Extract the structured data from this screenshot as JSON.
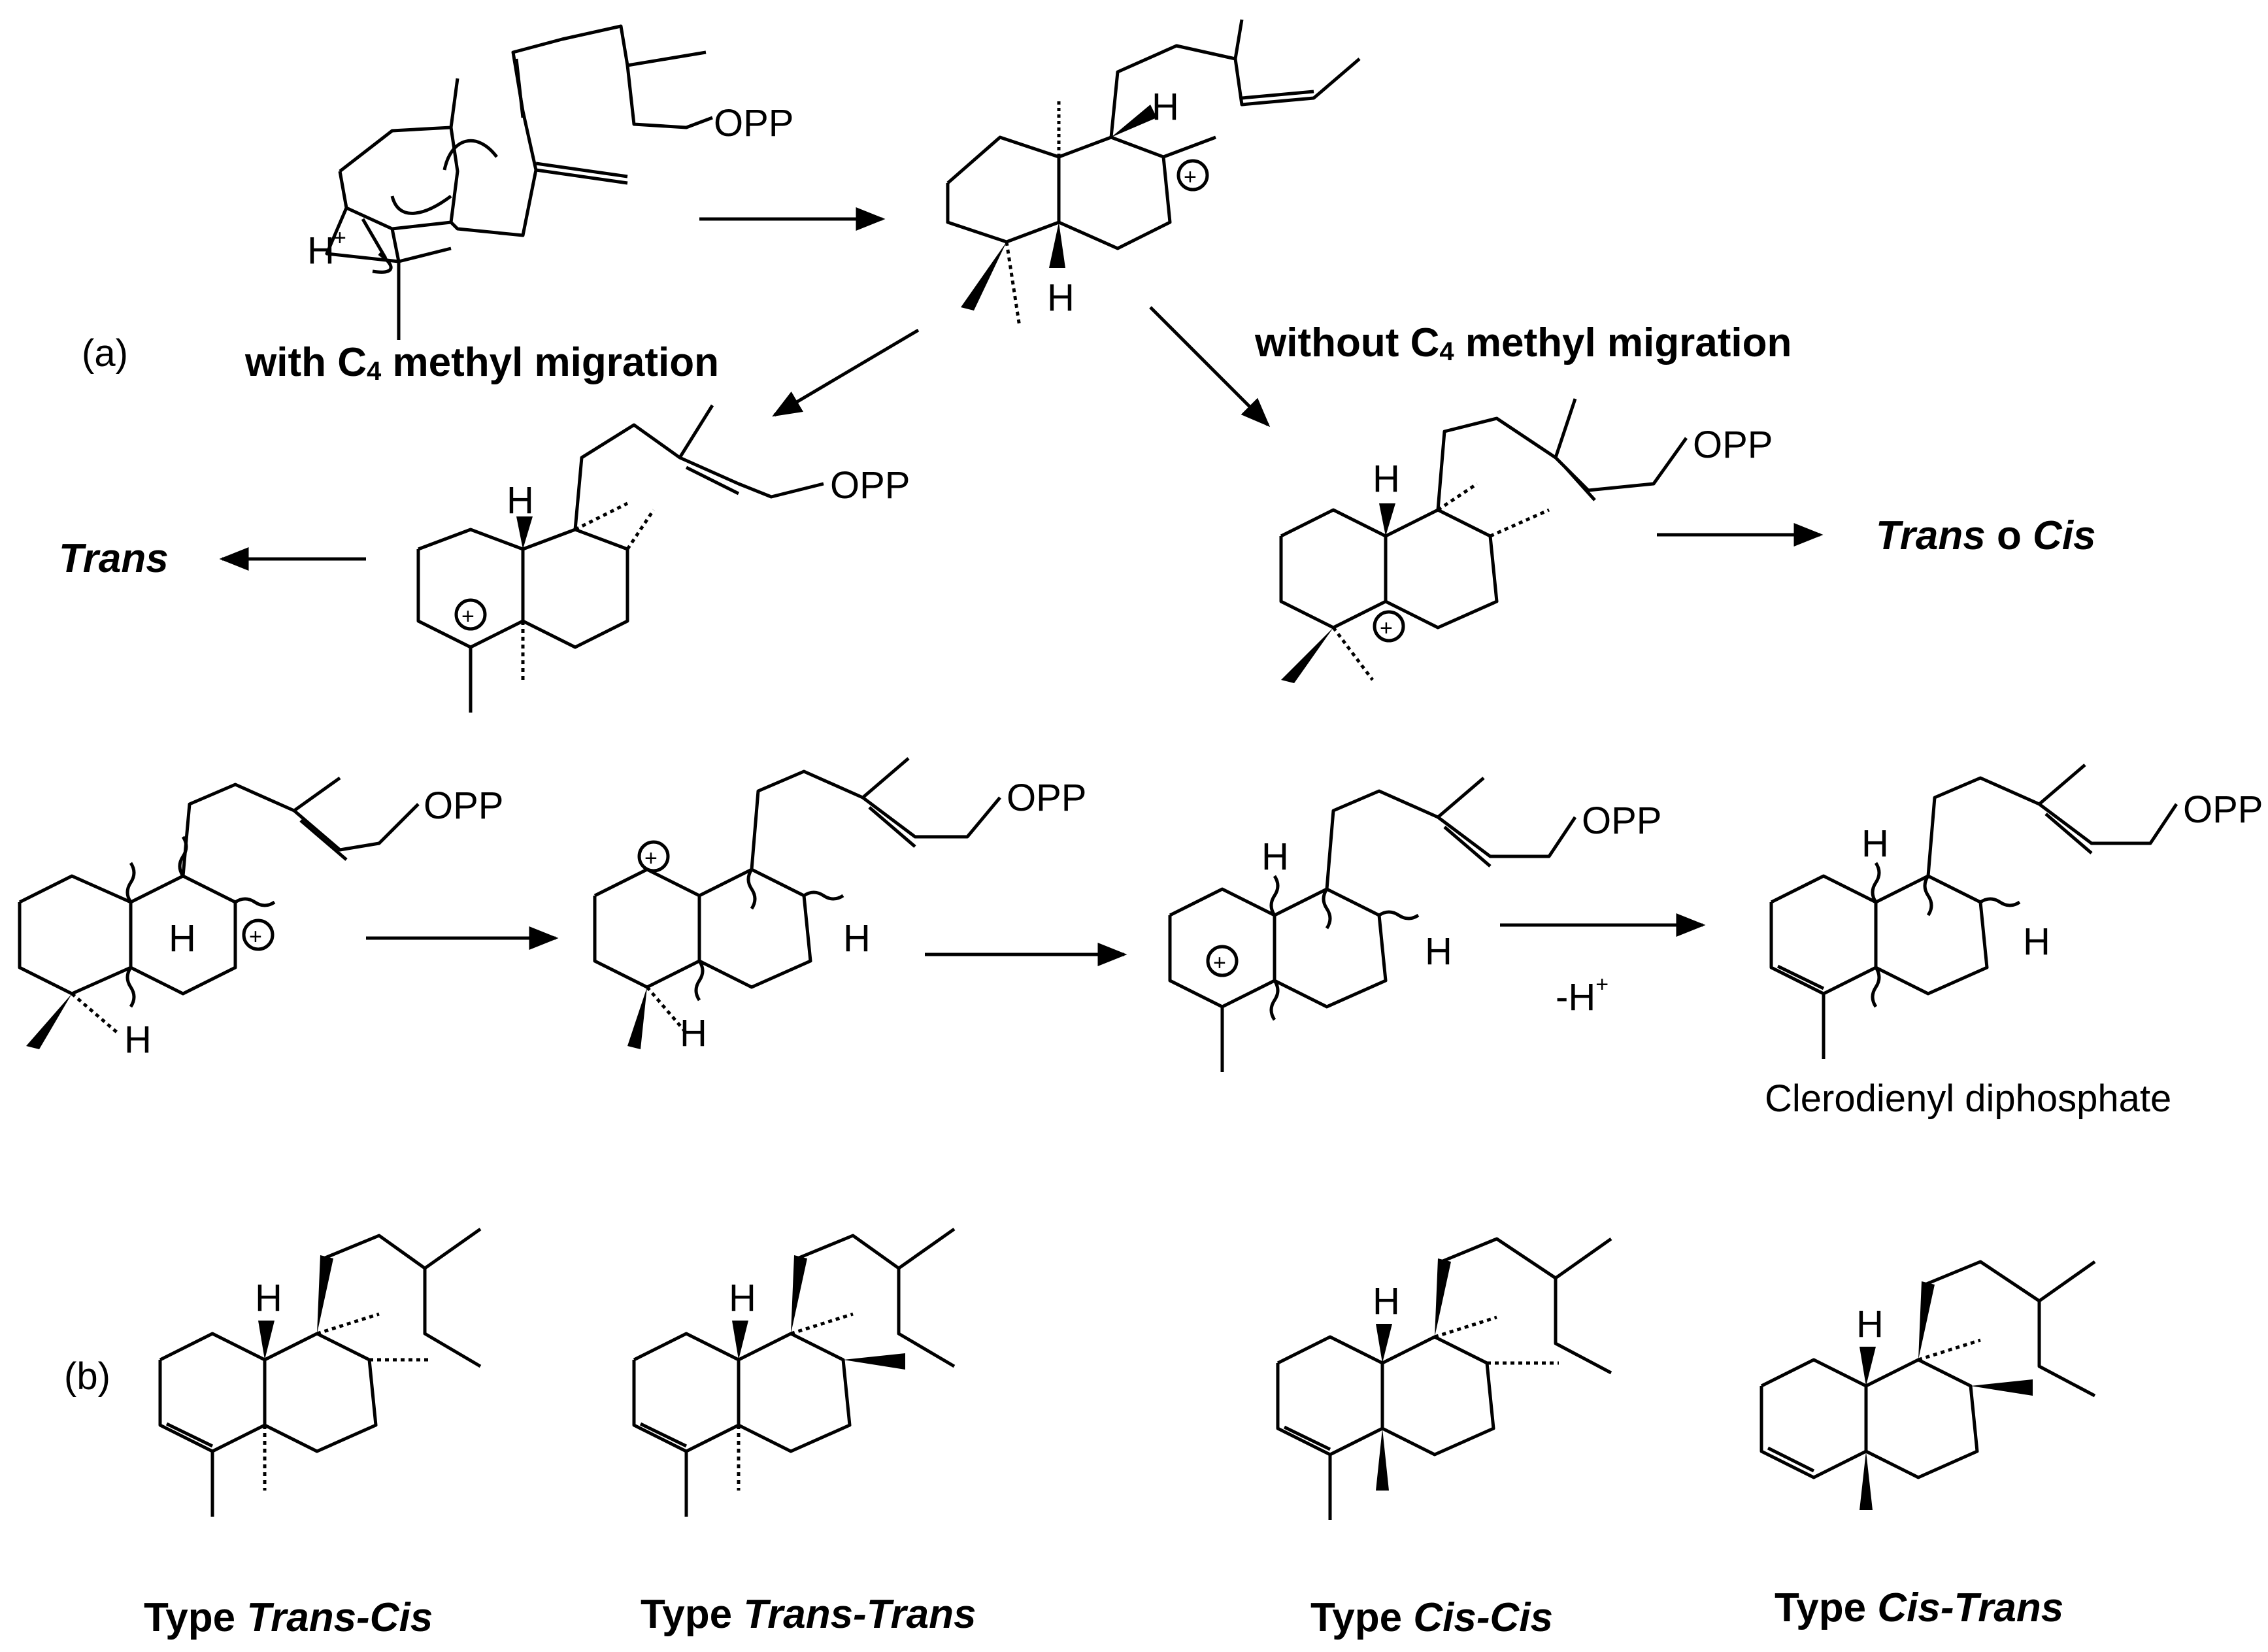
{
  "panel_a": {
    "label": "(a)",
    "with_migration": {
      "pre": "with C",
      "sub": "4",
      "post": " methyl migration"
    },
    "without_migration": {
      "pre": "without C",
      "sub": "4",
      "post": " methyl migration"
    },
    "outcome_left": "Trans",
    "outcome_right": {
      "a": "Trans",
      "o": " o ",
      "b": "Cis"
    },
    "minus_h": "-H",
    "product_name": "Clerodienyl diphosphate",
    "opp": "OPP",
    "h": "H",
    "h_plus": "+"
  },
  "panel_b": {
    "label": "(b)",
    "types": [
      {
        "prefix": "Type ",
        "name": "Trans-Cis"
      },
      {
        "prefix": "Type ",
        "name": "Trans-Trans"
      },
      {
        "prefix": "Type ",
        "name": "Cis-Cis"
      },
      {
        "prefix": "Type ",
        "name": "Cis-Trans"
      }
    ]
  }
}
